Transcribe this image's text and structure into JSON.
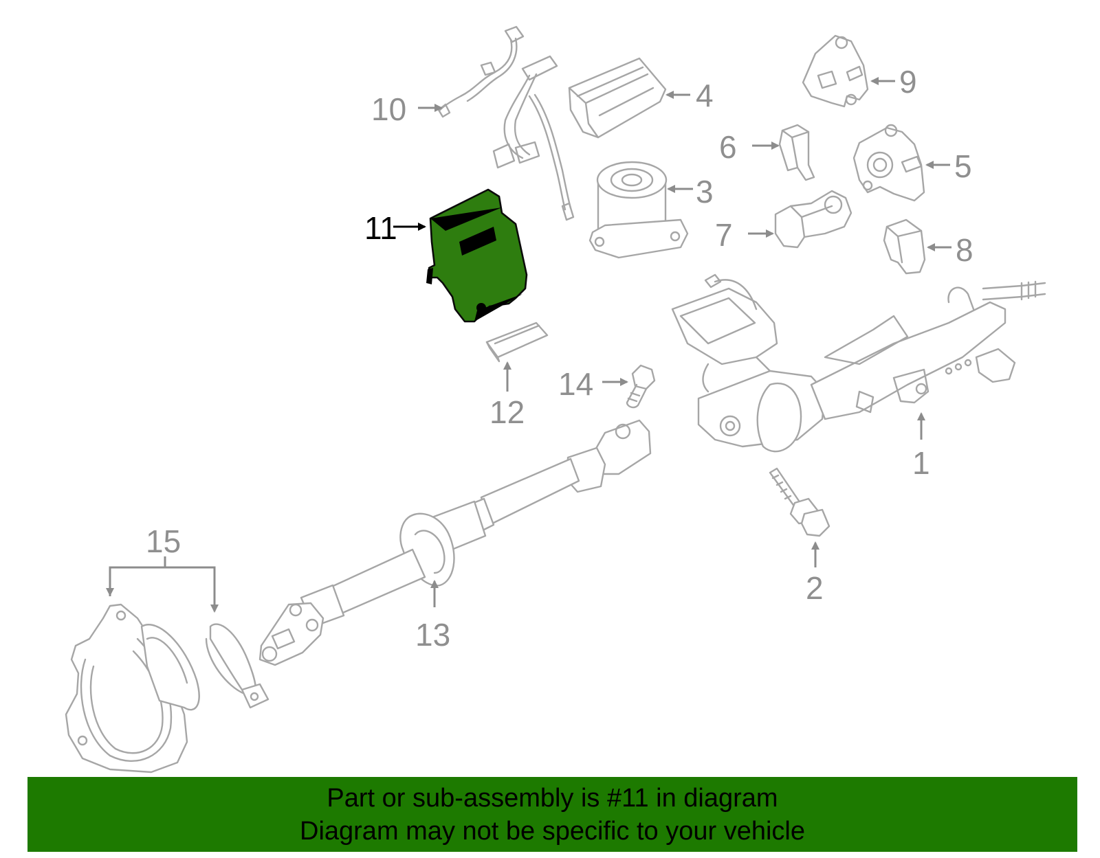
{
  "diagram": {
    "callouts": [
      "1",
      "2",
      "3",
      "4",
      "5",
      "6",
      "7",
      "8",
      "9",
      "10",
      "11",
      "12",
      "13",
      "14",
      "15"
    ],
    "highlighted_callout": "11",
    "colors": {
      "highlight_fill": "#2e7d0f",
      "banner_bg": "#1d7a00",
      "part_stroke": "#a6a6a6",
      "label_gray": "#8f8f8f"
    }
  },
  "banner": {
    "line1": "Part or sub-assembly is #11 in diagram",
    "line2": "Diagram may not be specific to your vehicle"
  }
}
